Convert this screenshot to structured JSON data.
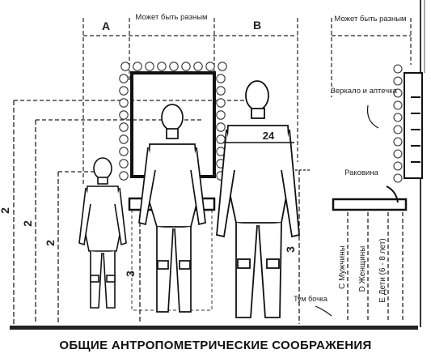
{
  "dimensions": {
    "A": "A",
    "B": "B",
    "may_vary_left": "Может быть разным",
    "may_vary_right": "Может быть разным",
    "chest_width": "24"
  },
  "heights": {
    "h_left_outer": "2",
    "h_left_mid": "2",
    "h_left_inner": "2",
    "h_child_counter": "3",
    "h_tall_counter": "3"
  },
  "callouts": {
    "mirror_cabinet": "Зеркало и аптечка",
    "sink": "Раковина",
    "cabinet": "Тум бочка"
  },
  "vertical_labels": {
    "men": "С Мужчины",
    "women": "D Женщины",
    "children": "Е Дети (6 - 8 лет)"
  },
  "caption": "ОБЩИЕ АНТРОПОМЕТРИЧЕСКИЕ СООБРАЖЕНИЯ",
  "colors": {
    "ink": "#222222",
    "bg": "#ffffff"
  }
}
